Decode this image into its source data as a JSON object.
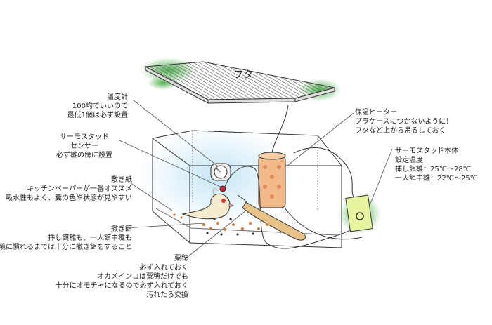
{
  "lid": {
    "label": "フタ"
  },
  "annotations": {
    "thermometer": {
      "title": "温度計",
      "lines": [
        "100均でいいので",
        "最低1個は必ず設置"
      ]
    },
    "thermostat_sensor": {
      "title": "サーモスタッド",
      "lines": [
        "センサー",
        "必ず雛の傍に設置"
      ]
    },
    "bedding": {
      "title": "敷き紙",
      "lines": [
        "キッチンペーパーが一番オススメ",
        "吸水性もよく、糞の色や状態が見やすい"
      ]
    },
    "scattered_feed": {
      "title": "撒き餌",
      "lines": [
        "挿し餌雛も、一人餌中雛も",
        "環境に慣れるまでは十分に撒き餌をすること"
      ]
    },
    "millet_spray": {
      "title": "粟穂",
      "lines": [
        "必ず入れておく",
        "オカメインコは粟穂だけでも",
        "十分にオモチャになるので必ず入れておく",
        "汚れたら交換"
      ]
    },
    "heater": {
      "title": "保温ヒーター",
      "lines": [
        "プラケースにつかないように！",
        "フタなど上から吊るしておく"
      ]
    },
    "thermostat_body": {
      "title": "サーモスタッド本体",
      "lines": [
        "設定温度",
        "挿し餌雛：25℃～28℃",
        "一人餌中雛：22℃～25℃"
      ]
    }
  },
  "colors": {
    "outline": "#333333",
    "glow_blue": "#bfe3f5",
    "glow_green": "#3faa3f",
    "heater": "#f2b98a",
    "thermostat_box": "#e8f5a0",
    "bird": "#f5eccf"
  }
}
